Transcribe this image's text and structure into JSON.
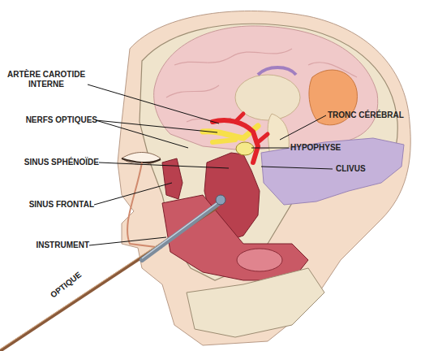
{
  "diagram": {
    "labels": [
      "ARTÈRE CAROTIDE INTERNE",
      "NERFS OPTIQUES",
      "SINUS SPHÉNOÏDE",
      "SINUS FRONTAL",
      "INSTRUMENT",
      "OPTIQUE",
      "TRONC CÉRÉBRAL",
      "HYPOPHYSE",
      "CLIVUS"
    ]
  }
}
